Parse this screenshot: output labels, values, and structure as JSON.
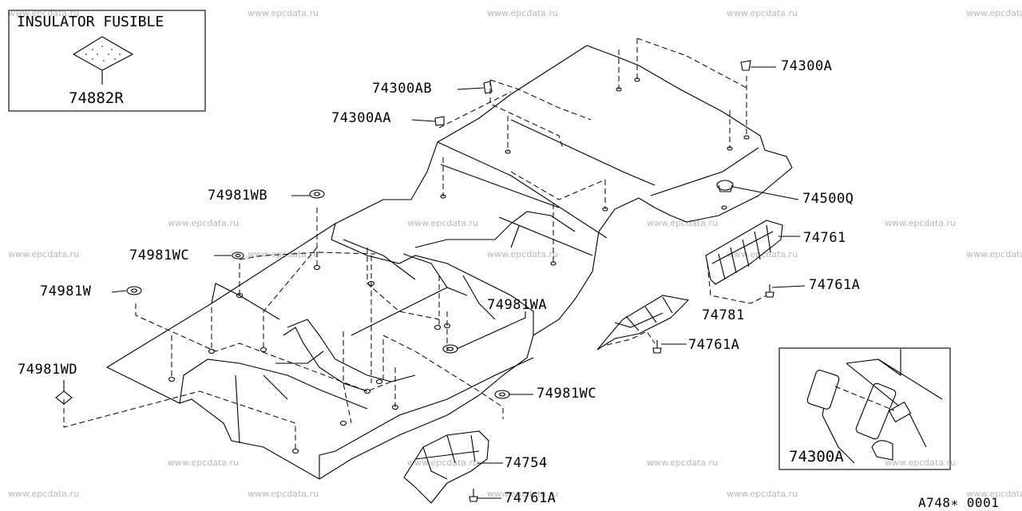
{
  "watermark": "www.epcdata.ru",
  "inset_top": {
    "title": "INSULATOR FUSIBLE",
    "part": "74882R"
  },
  "inset_bottom": {
    "part": "74300A"
  },
  "callouts": {
    "p74300A_top": "74300A",
    "p74300AB": "74300AB",
    "p74300AA": "74300AA",
    "p74500Q": "74500Q",
    "p74981WB": "74981WB",
    "p74761": "74761",
    "p74981WC_left": "74981WC",
    "p74761A_right": "74761A",
    "p74981W": "74981W",
    "p74981WA": "74981WA",
    "p74781": "74781",
    "p74761A_mid": "74761A",
    "p74981WD": "74981WD",
    "p74981WC_bottom": "74981WC",
    "p74754": "74754",
    "p74761A_bottom": "74761A"
  },
  "diagram_code": "A748∗ 0001"
}
